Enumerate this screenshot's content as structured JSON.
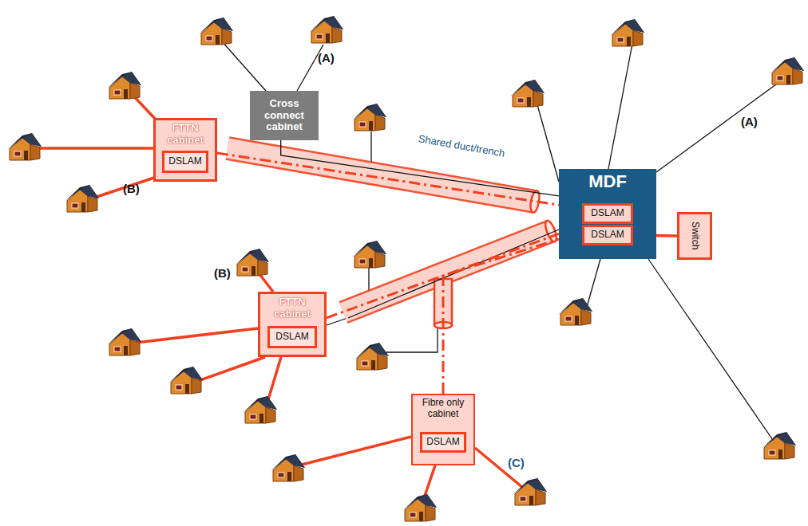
{
  "diagram": {
    "nodes": [
      {
        "text": [
          "Cross connect cabinet"
        ]
      },
      {
        "text": [
          "FTTN cabinet"
        ]
      },
      {
        "text": [
          "DSLAM"
        ],
        "in": 1
      },
      {
        "text": [
          "MDF"
        ]
      },
      {
        "text": [
          "DSLAM"
        ],
        "in": 3
      },
      {
        "text": [
          "DSLAM"
        ],
        "in": 3
      },
      {
        "text": [
          "Switch"
        ]
      },
      {
        "text": [
          "FTTN cabinet"
        ]
      },
      {
        "text": [
          "DSLAM"
        ],
        "in": 7
      },
      {
        "text": [
          "Fibre only cabinet"
        ]
      },
      {
        "text": [
          "DSLAM"
        ],
        "in": 9
      }
    ],
    "edges": [
      {
        "from": 1,
        "to": 3,
        "arrow": "none"
      },
      {
        "from": 0,
        "to": 3,
        "arrow": "none"
      },
      {
        "from": 5,
        "to": 6,
        "arrow": "none"
      },
      {
        "from": 7,
        "to": 3,
        "arrow": "none"
      },
      {
        "from": 9,
        "to": 3,
        "arrow": "none"
      }
    ],
    "labels": [
      "(A)",
      "(A)",
      "(B)",
      "(B)",
      "(C)",
      "Shared duct/trench"
    ]
  }
}
